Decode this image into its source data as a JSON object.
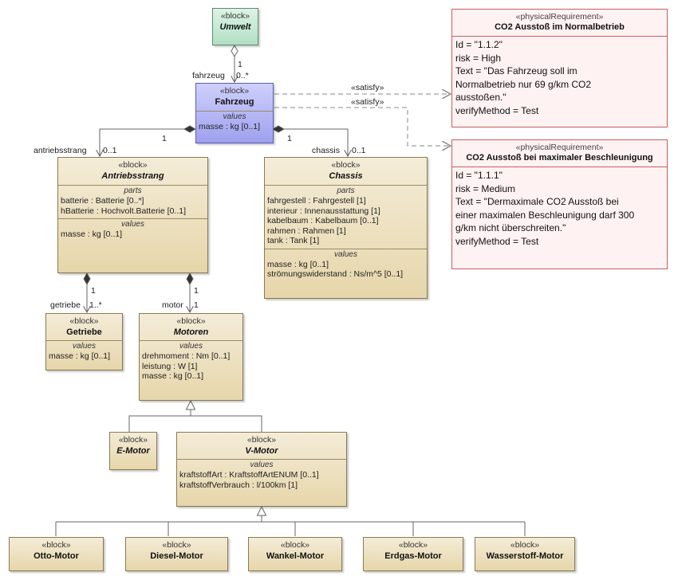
{
  "stereotypes": {
    "block": "«block»",
    "physical_requirement": "«physicalRequirement»",
    "satisfy": "«satisfy»"
  },
  "compartments": {
    "parts": "parts",
    "values": "values"
  },
  "colors": {
    "block_fill": "#e9dbb3",
    "context_fill": "#c4ecd3",
    "highlight_fill": "#aeb0f5",
    "requirement_fill": "#fff2f2",
    "requirement_border": "#c85e5e",
    "connector": "#666666"
  },
  "blocks": {
    "umwelt": {
      "name": "Umwelt"
    },
    "fahrzeug": {
      "name": "Fahrzeug",
      "values": [
        "masse : kg [0..1]"
      ]
    },
    "antriebsstrang": {
      "name": "Antriebsstrang",
      "parts": [
        "batterie : Batterie [0..*]",
        "hBatterie : Hochvolt.Batterie [0..1]"
      ],
      "values": [
        "masse : kg [0..1]"
      ]
    },
    "chassis": {
      "name": "Chassis",
      "parts": [
        "fahrgestell : Fahrgestell [1]",
        "interieur : Innenausstattung [1]",
        "kabelbaum : Kabelbaum [0..1]",
        "rahmen : Rahmen [1]",
        "tank : Tank [1]"
      ],
      "values": [
        "masse : kg [0..1]",
        "strömungswiderstand : Ns/m^5 [0..1]"
      ]
    },
    "getriebe": {
      "name": "Getriebe",
      "values": [
        "masse : kg [0..1]"
      ]
    },
    "motoren": {
      "name": "Motoren",
      "values": [
        "drehmoment : Nm [0..1]",
        "leistung : W [1]",
        "masse : kg [0..1]"
      ]
    },
    "e_motor": {
      "name": "E-Motor"
    },
    "v_motor": {
      "name": "V-Motor",
      "values": [
        "kraftstoffArt : KraftstoffArtENUM [0..1]",
        "kraftstoffVerbrauch : l/100km [1]"
      ]
    },
    "otto": {
      "name": "Otto-Motor"
    },
    "diesel": {
      "name": "Diesel-Motor"
    },
    "wankel": {
      "name": "Wankel-Motor"
    },
    "erdgas": {
      "name": "Erdgas-Motor"
    },
    "wasserstoff": {
      "name": "Wasserstoff-Motor"
    }
  },
  "requirements": {
    "req1": {
      "name": "CO2 Ausstoß im Normalbetrieb",
      "rows": [
        "Id = \"1.1.2\"",
        "risk = High",
        "Text = \"Das Fahrzeug soll im",
        "Normalbetrieb nur 69 g/km CO2",
        "ausstoßen.\"",
        "verifyMethod = Test"
      ]
    },
    "req2": {
      "name": "CO2 Ausstoß bei maximaler Beschleunigung",
      "rows": [
        "Id = \"1.1.1\"",
        "risk = Medium",
        "Text = \"Dermaximale CO2 Ausstoß bei",
        "einer maximalen Beschleunigung darf 300",
        "g/km nicht überschreiten.\"",
        "verifyMethod = Test"
      ]
    }
  },
  "roles": {
    "umwelt_mult": "1",
    "fahrzeug_role": "fahrzeug",
    "fahrzeug_mult": "0..*",
    "antriebsstrang_role": "antriebsstrang",
    "antriebsstrang_mult": "0..1",
    "antriebsstrang_owner_mult": "1",
    "chassis_role": "chassis",
    "chassis_mult": "0..1",
    "chassis_owner_mult": "1",
    "getriebe_owner_mult": "1",
    "getriebe_role": "getriebe",
    "getriebe_mult": "1..*",
    "motor_owner_mult": "1",
    "motor_role": "motor",
    "motor_mult": "1"
  }
}
